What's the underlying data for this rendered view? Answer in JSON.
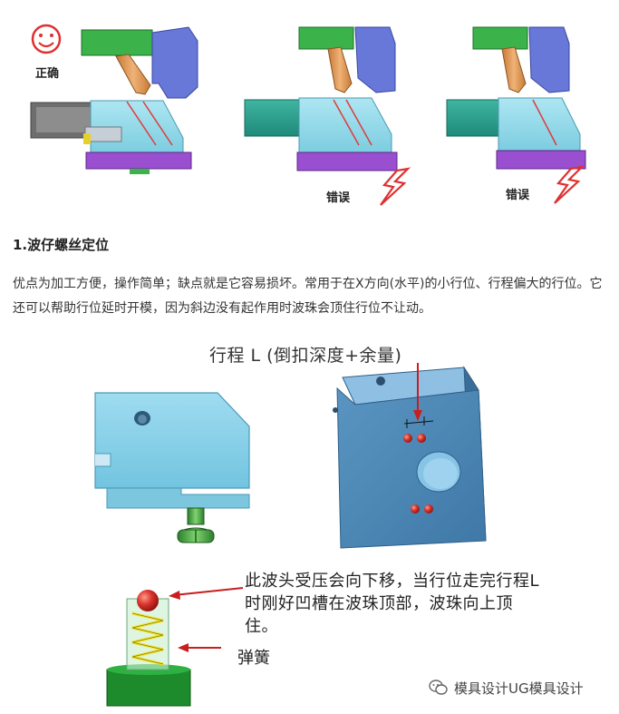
{
  "figure_top": {
    "label_correct": "正确",
    "label_wrong_1": "错误",
    "label_wrong_2": "错误"
  },
  "article": {
    "section_title": "1.波仔螺丝定位",
    "paragraph": "优点为加工方便，操作简单；缺点就是它容易损坏。常用于在X方向(水平)的小行位、行程偏大的行位。它还可以帮助行位延时开模，因为斜边没有起作用时波珠会顶住行位不让动。"
  },
  "figure_bottom": {
    "travel_label": "行程 L (倒扣深度+余量)",
    "ball_caption": "此波头受压会向下移，当行位走完行程L时刚好凹槽在波珠顶部，波珠向上顶住。",
    "spring_label": "弹簧"
  },
  "watermark": {
    "text": "模具设计UG模具设计"
  }
}
